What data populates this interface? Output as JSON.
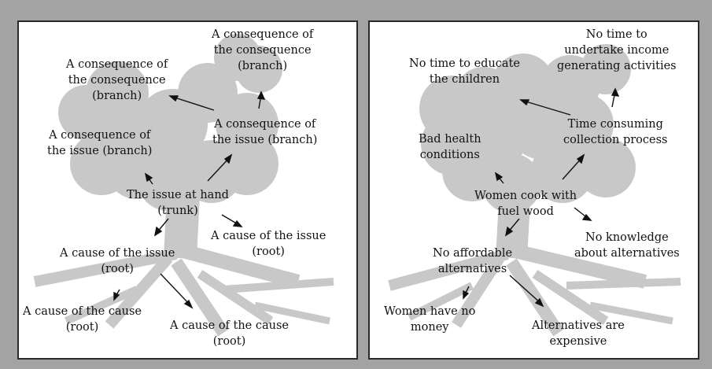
{
  "left_panel": {
    "labels": {
      "top_consequence": [
        "A consequence of",
        "the consequence",
        "(branch)"
      ],
      "left_consequence": [
        "A consequence of",
        "the consequence",
        "(branch)"
      ],
      "issue_consequence_left": [
        "A consequence of",
        "the issue (branch)"
      ],
      "issue_consequence_right": [
        "A consequence of",
        "the issue (branch)"
      ],
      "issue": [
        "The issue at hand",
        "(trunk)"
      ],
      "cause_right": [
        "A cause of the issue",
        "(root)"
      ],
      "cause_left": [
        "A cause of the issue",
        "(root)"
      ],
      "cause_of_cause_left": [
        "A cause of the cause",
        "(root)"
      ],
      "cause_of_cause_right": [
        "A cause of the cause",
        "(root)"
      ]
    }
  },
  "right_panel": {
    "labels": {
      "no_time_income": [
        "No time to",
        "undertake income",
        "generating activities"
      ],
      "no_time_educate": [
        "No time to educate",
        "the children"
      ],
      "time_consuming": [
        "Time consuming",
        "collection process"
      ],
      "bad_health": [
        "Bad health",
        "conditions"
      ],
      "women_cook": [
        "Women cook with",
        "fuel wood"
      ],
      "no_knowledge": [
        "No knowledge",
        "about alternatives"
      ],
      "no_affordable": [
        "No affordable",
        "alternatives"
      ],
      "women_no_money": [
        "Women have no",
        "money"
      ],
      "alternatives_expensive": [
        "Alternatives are",
        "expensive"
      ]
    }
  },
  "colors": {
    "tree": "#c8c8c8",
    "frame": "#a3a3a3",
    "panel": "#ffffff",
    "text": "#111111"
  }
}
